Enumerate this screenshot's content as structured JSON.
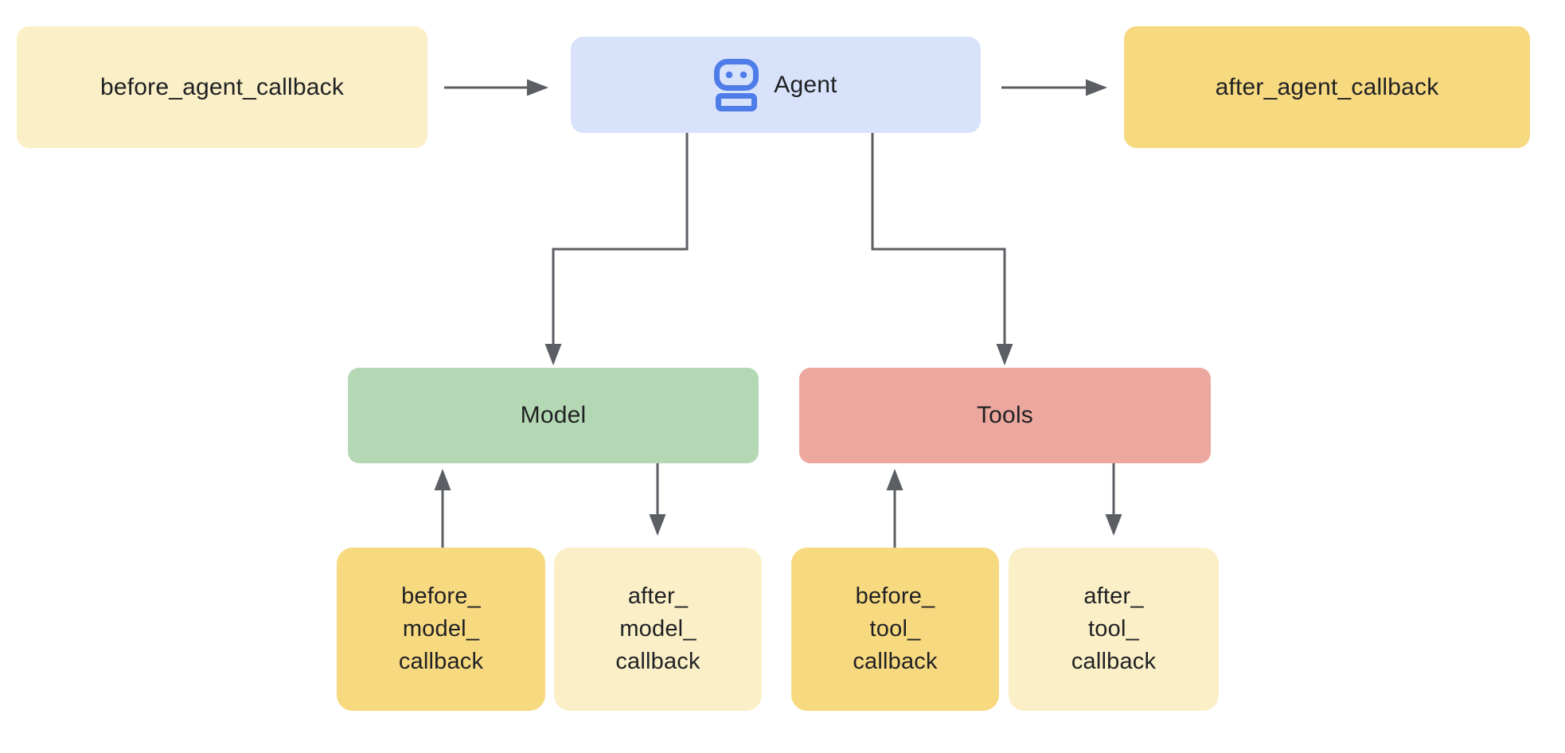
{
  "palette": {
    "bg": "#ffffff",
    "cream": "#faefc6",
    "gold": "#f7d980",
    "blue": "#d8e2fa",
    "green": "#b5d8b4",
    "red": "#eca79e",
    "arrow": "#5b5e63",
    "ink": "#202124",
    "robot": "#4e7ce9"
  },
  "nodes": {
    "before_agent": {
      "label": "before_agent_callback"
    },
    "agent": {
      "label": "Agent",
      "icon": "robot-icon"
    },
    "after_agent": {
      "label": "after_agent_callback"
    },
    "model": {
      "label": "Model"
    },
    "tools": {
      "label": "Tools"
    },
    "before_model": {
      "label": "before_model_callback",
      "lines": [
        "before_",
        "model_",
        "callback"
      ]
    },
    "after_model": {
      "label": "after_model_callback",
      "lines": [
        "after_",
        "model_",
        "callback"
      ]
    },
    "before_tool": {
      "label": "before_tool_callback",
      "lines": [
        "before_",
        "tool_",
        "callback"
      ]
    },
    "after_tool": {
      "label": "after_tool_callback",
      "lines": [
        "after_",
        "tool_",
        "callback"
      ]
    }
  },
  "edges": [
    {
      "from": "before_agent_callback",
      "to": "Agent",
      "direction": "right"
    },
    {
      "from": "Agent",
      "to": "after_agent_callback",
      "direction": "right"
    },
    {
      "from": "Agent",
      "to": "Model",
      "direction": "down-elbow"
    },
    {
      "from": "Agent",
      "to": "Tools",
      "direction": "down-elbow"
    },
    {
      "from": "before_model_callback",
      "to": "Model",
      "direction": "up"
    },
    {
      "from": "Model",
      "to": "after_model_callback",
      "direction": "down"
    },
    {
      "from": "before_tool_callback",
      "to": "Tools",
      "direction": "up"
    },
    {
      "from": "Tools",
      "to": "after_tool_callback",
      "direction": "down"
    }
  ]
}
